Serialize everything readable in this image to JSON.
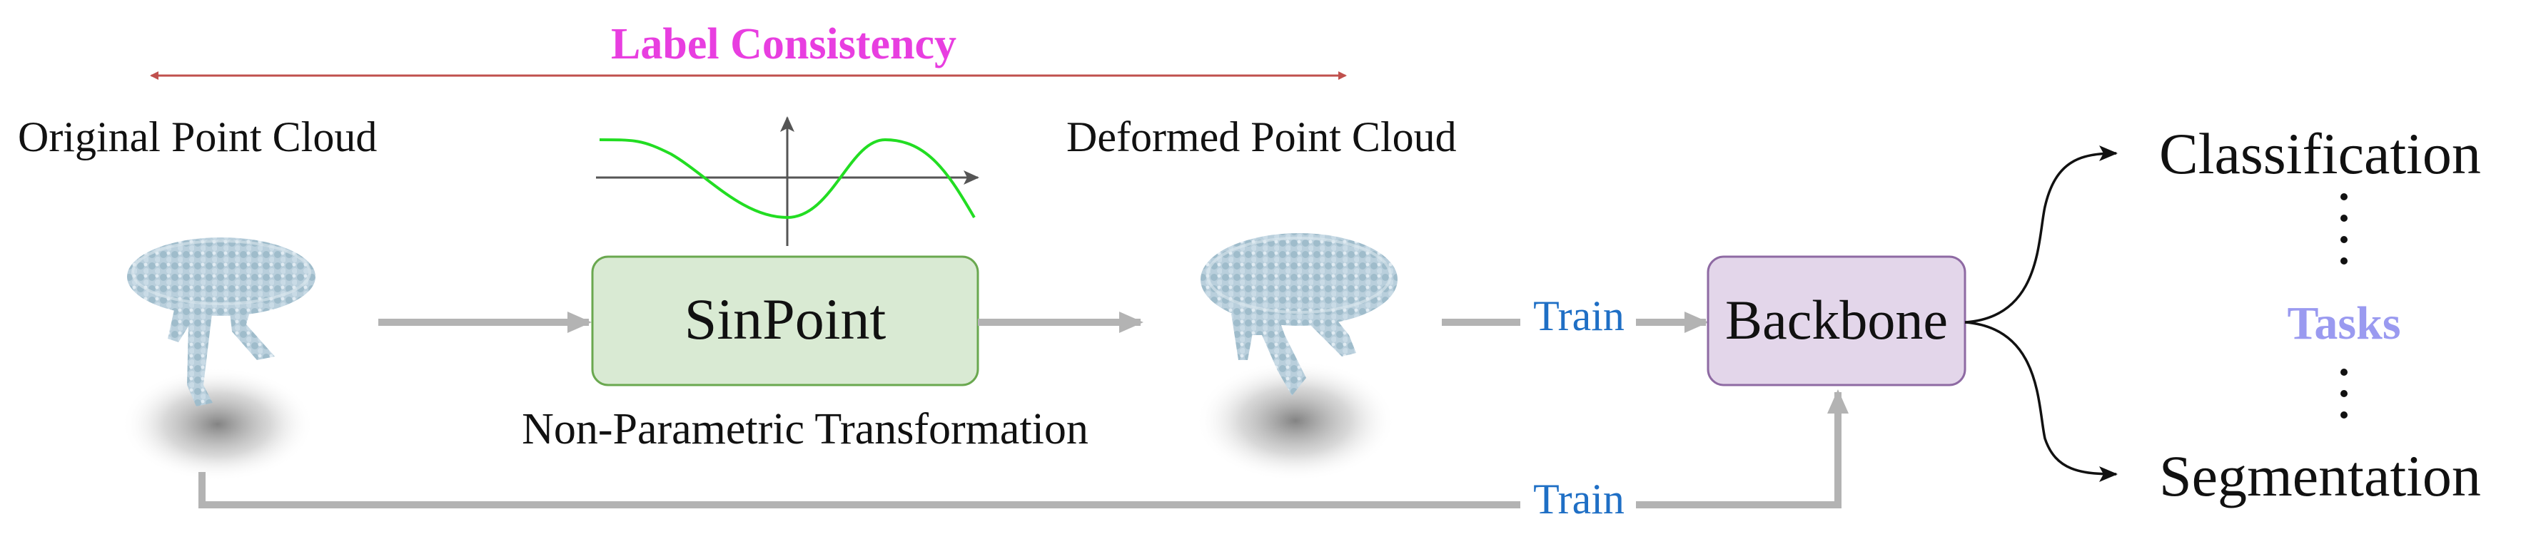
{
  "label_consistency": "Label Consistency",
  "original_label": "Original Point Cloud",
  "deformed_label": "Deformed Point Cloud",
  "sinpoint_label": "SinPoint",
  "transform_label": "Non-Parametric Transformation",
  "train_label_top": "Train",
  "train_label_bottom": "Train",
  "backbone_label": "Backbone",
  "classification_label": "Classification",
  "segmentation_label": "Segmentation",
  "tasks_label": "Tasks",
  "colors": {
    "label_consistency": "#e83ee0",
    "consistency_arrow": "#c0504d",
    "sinpoint_fill": "#d9ead3",
    "sinpoint_stroke": "#6aa84f",
    "backbone_fill": "#e3d6ea",
    "backbone_stroke": "#8e6aa3",
    "train_text": "#1f6fc5",
    "tasks_text": "#9a9af0",
    "flow_arrow": "#b3b3b3",
    "sine_wave": "#22dd22",
    "point_cloud": "#a9c4d4"
  }
}
